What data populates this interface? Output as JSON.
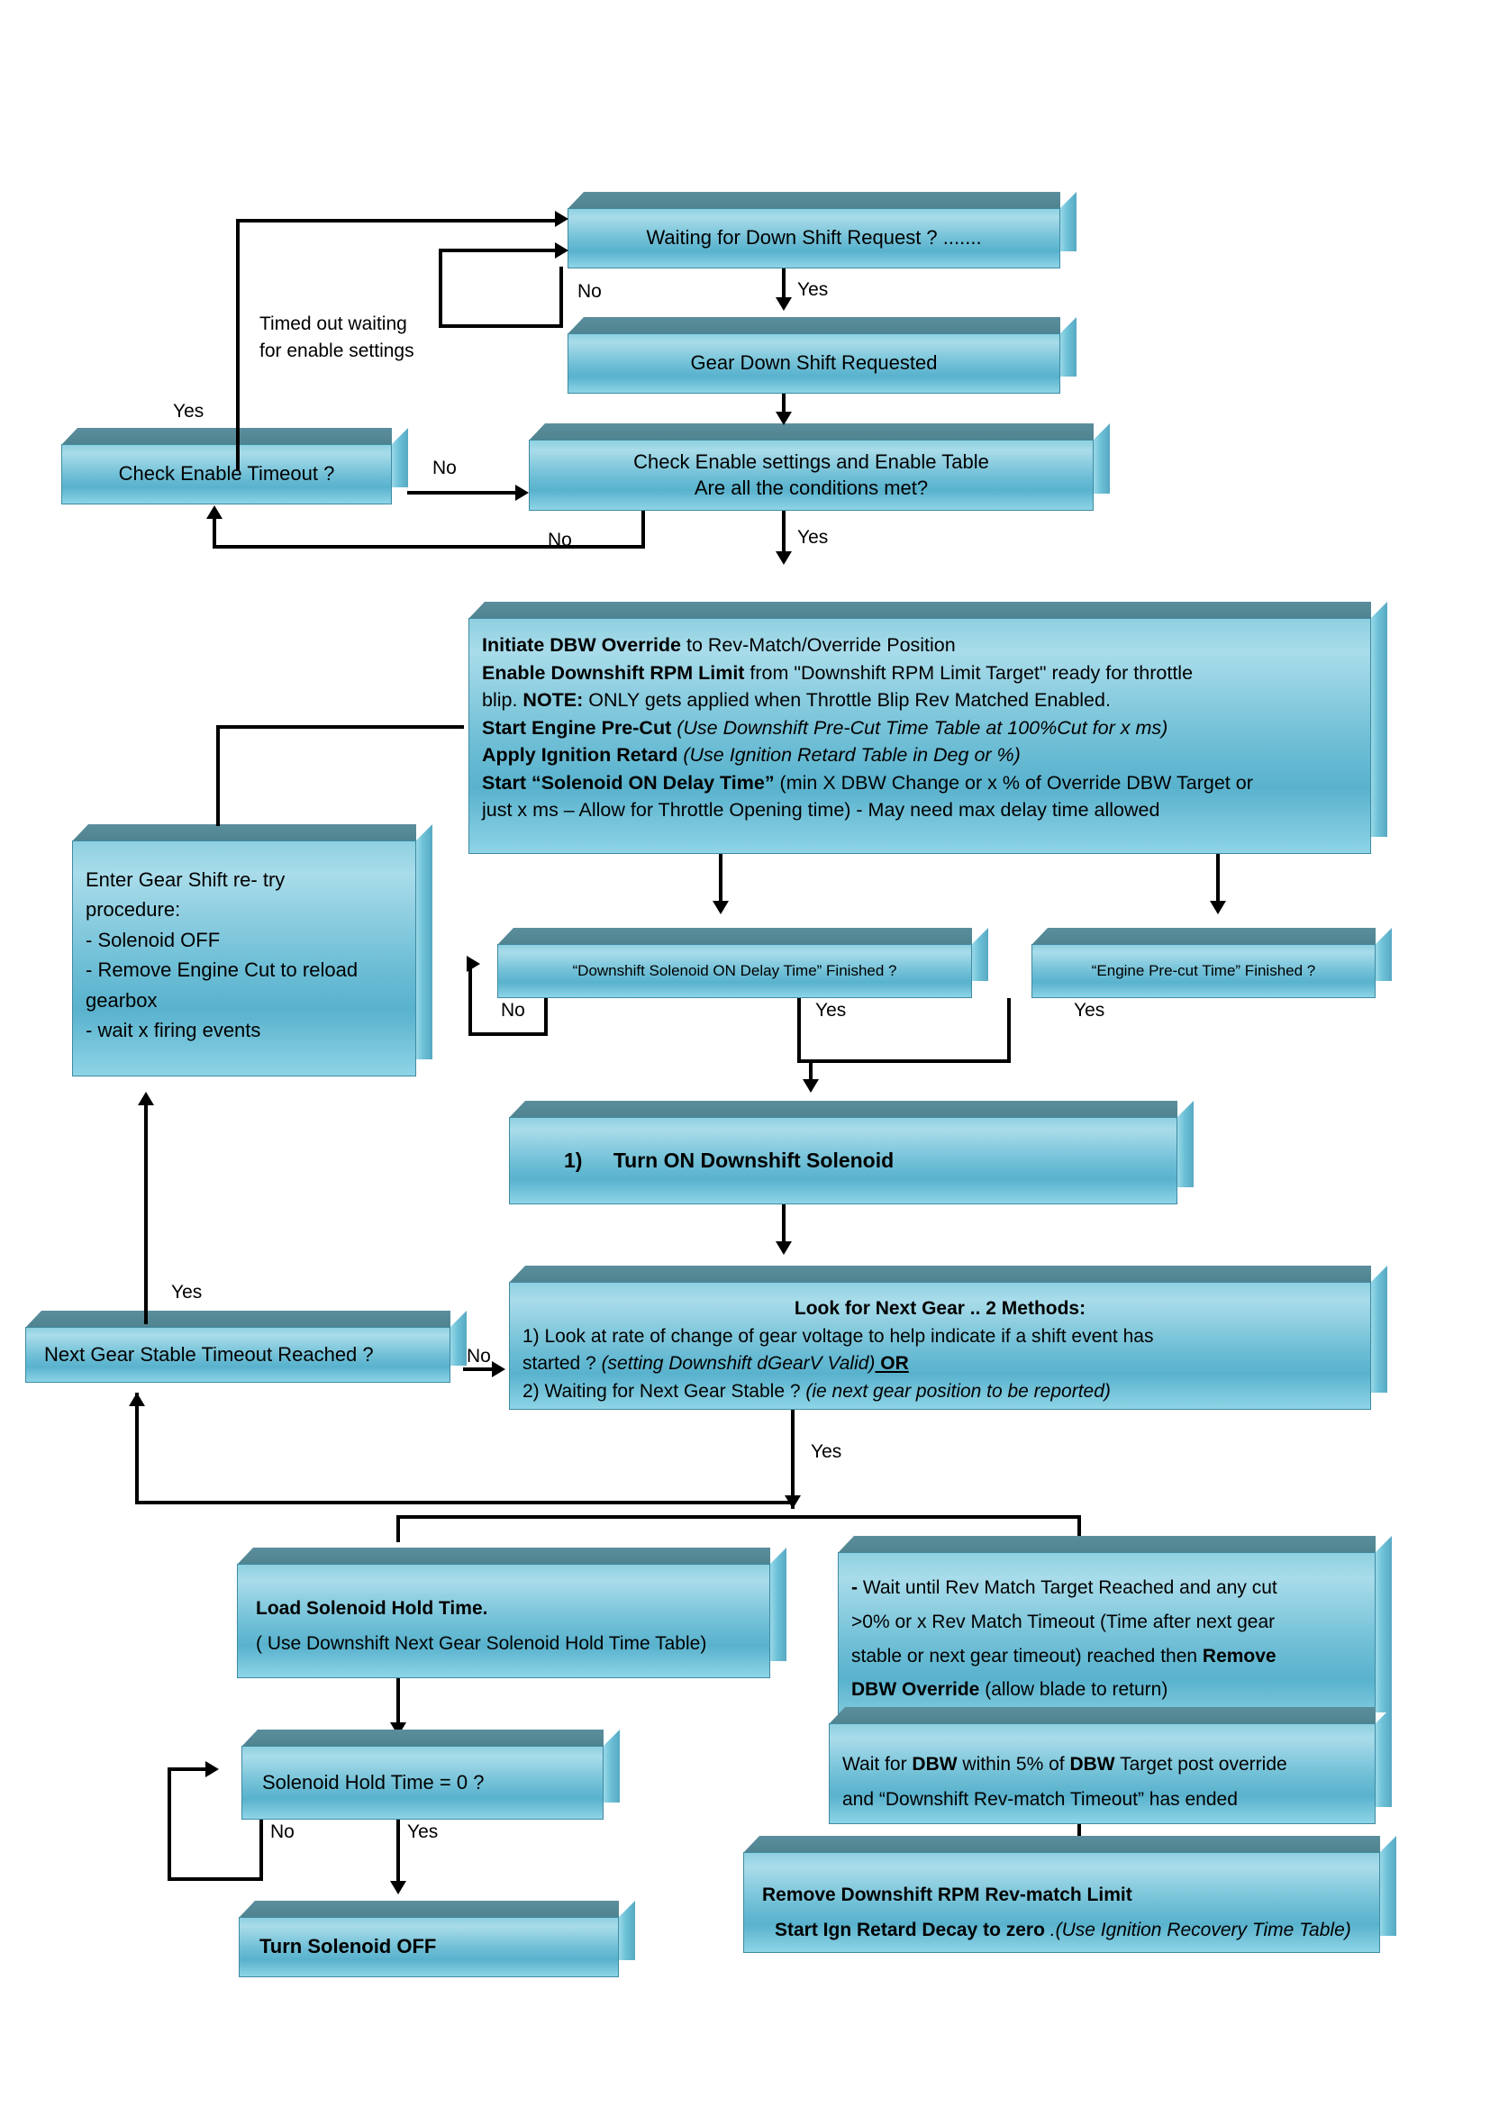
{
  "diagram": {
    "title": "Gear Down Shift Control Flow",
    "accent_fill": "#7fc9dd",
    "accent_top": "#517f8d",
    "line_color": "#000000"
  },
  "nodes": {
    "waiting_request": "Waiting for Down Shift Request ? .......",
    "gear_requested": "Gear Down Shift Requested",
    "check_enable_timeout": "Check Enable Timeout ?",
    "check_enable_settings_l1": "Check Enable settings and Enable Table",
    "check_enable_settings_l2": "Are all the conditions met?",
    "dbw": {
      "l1_b": "Initiate DBW Override",
      "l1_r": " to Rev-Match/Override Position",
      "l2_b": "Enable Downshift RPM Limit",
      "l2_r": " from \"Downshift RPM Limit Target\" ready for throttle",
      "l3_a": "blip. ",
      "l3_b": "NOTE:",
      "l3_r": " ONLY gets applied when Throttle Blip Rev Matched Enabled.",
      "l4_b": "Start Engine Pre-Cut",
      "l4_i": " (Use Downshift Pre-Cut Time Table at 100%Cut for x ms)",
      "l5_b": "Apply Ignition Retard",
      "l5_i": " (Use Ignition Retard Table in Deg or %)",
      "l6_b": "Start “Solenoid ON Delay Time”",
      "l6_r": " (min X DBW Change or x % of Override DBW Target or",
      "l7_r": "just x ms – Allow for Throttle Opening time)  -  May need max delay time allowed"
    },
    "retry": {
      "l1": "Enter Gear Shift re- try",
      "l2": "procedure:",
      "l3": "- Solenoid OFF",
      "l4": "- Remove Engine Cut to reload",
      "l5": "gearbox",
      "l6": "- wait x firing events"
    },
    "sol_delay_finished": "“Downshift Solenoid ON Delay Time” Finished ?",
    "precut_finished": "“Engine Pre-cut Time” Finished ?",
    "turn_on_num": "1)",
    "turn_on_text": "Turn ON Downshift Solenoid",
    "next_gear": {
      "title": "Look for Next Gear .. 2 Methods:",
      "l1": "1) Look at rate of change of gear voltage to help indicate if a shift event has",
      "l2_a": "started ? ",
      "l2_i": "(setting Downshift dGearV Valid)",
      "l2_or": " OR",
      "l3_a": "2) Waiting for Next Gear Stable ? ",
      "l3_i": "(ie next gear position to be reported)"
    },
    "next_gear_timeout": "Next Gear Stable Timeout Reached ?",
    "load_hold": {
      "l1": "Load Solenoid Hold Time.",
      "l2": "( Use Downshift Next Gear Solenoid Hold Time Table)"
    },
    "hold_zero": "Solenoid Hold Time = 0 ?",
    "turn_solenoid_off": "Turn Solenoid OFF",
    "rev_match": {
      "l1_b": "-",
      "l1_r": "  Wait until Rev Match Target Reached and any cut",
      "l2": ">0% or x Rev Match Timeout (Time after next gear",
      "l3_a": "stable or next gear timeout) reached then ",
      "l3_b": "Remove",
      "l4_b": "DBW Override",
      "l4_r": " (allow blade to return)"
    },
    "dbw_within": {
      "l1_a": "Wait for ",
      "l1_b1": "DBW",
      "l1_m": " within 5% of ",
      "l1_b2": "DBW",
      "l1_r": " Target post override",
      "l2": "and “Downshift Rev-match Timeout” has ended"
    },
    "remove_limit": {
      "l1": "Remove Downshift RPM Rev-match Limit",
      "l2_b": "Start Ign Retard Decay to zero",
      "l2_i": " .(Use Ignition Recovery Time Table)"
    }
  },
  "labels": {
    "no": "No",
    "yes": "Yes",
    "timed_out": "Timed out waiting\nfor enable settings"
  }
}
